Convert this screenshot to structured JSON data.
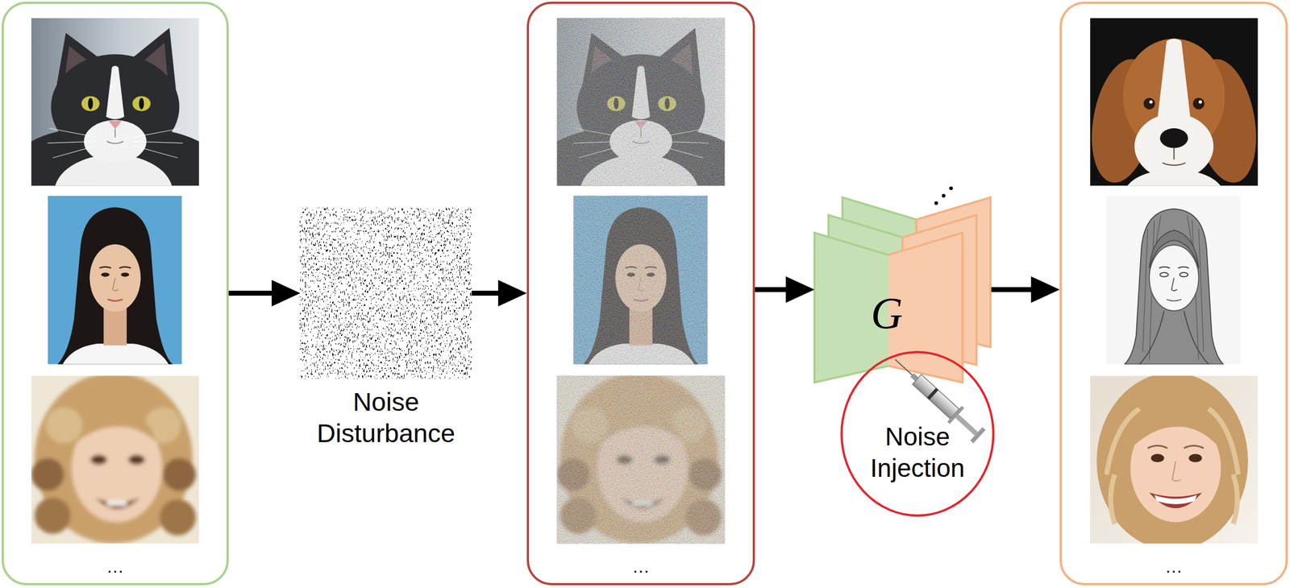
{
  "diagram": {
    "nodes": [
      {
        "text": [
          "…"
        ]
      },
      {
        "text": [
          "Noise Disturbance"
        ]
      },
      {
        "text": [
          "…"
        ]
      },
      {
        "text": [
          "G"
        ]
      },
      {
        "text": [
          "Noise Injection"
        ]
      },
      {
        "text": [
          "…"
        ]
      }
    ],
    "edges": [
      {
        "from": 0,
        "to": 1,
        "arrow": "to"
      },
      {
        "from": 1,
        "to": 2,
        "arrow": "to"
      },
      {
        "from": 2,
        "to": 3,
        "arrow": "to"
      },
      {
        "from": 3,
        "to": 5,
        "arrow": "to"
      }
    ]
  }
}
